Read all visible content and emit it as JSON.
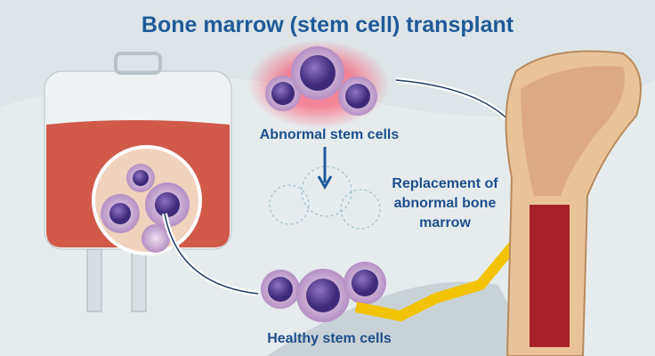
{
  "title": "Bone marrow (stem cell) transplant",
  "labels": {
    "abnormal": "Abnormal stem cells",
    "replacement": "Replacement of abnormal bone marrow",
    "healthy": "Healthy stem cells"
  },
  "colors": {
    "title": "#1f5a98",
    "cell": "#6a4c93",
    "blood": "#b3202c",
    "bone": "#e8c39a",
    "arrow": "#f2c300"
  }
}
